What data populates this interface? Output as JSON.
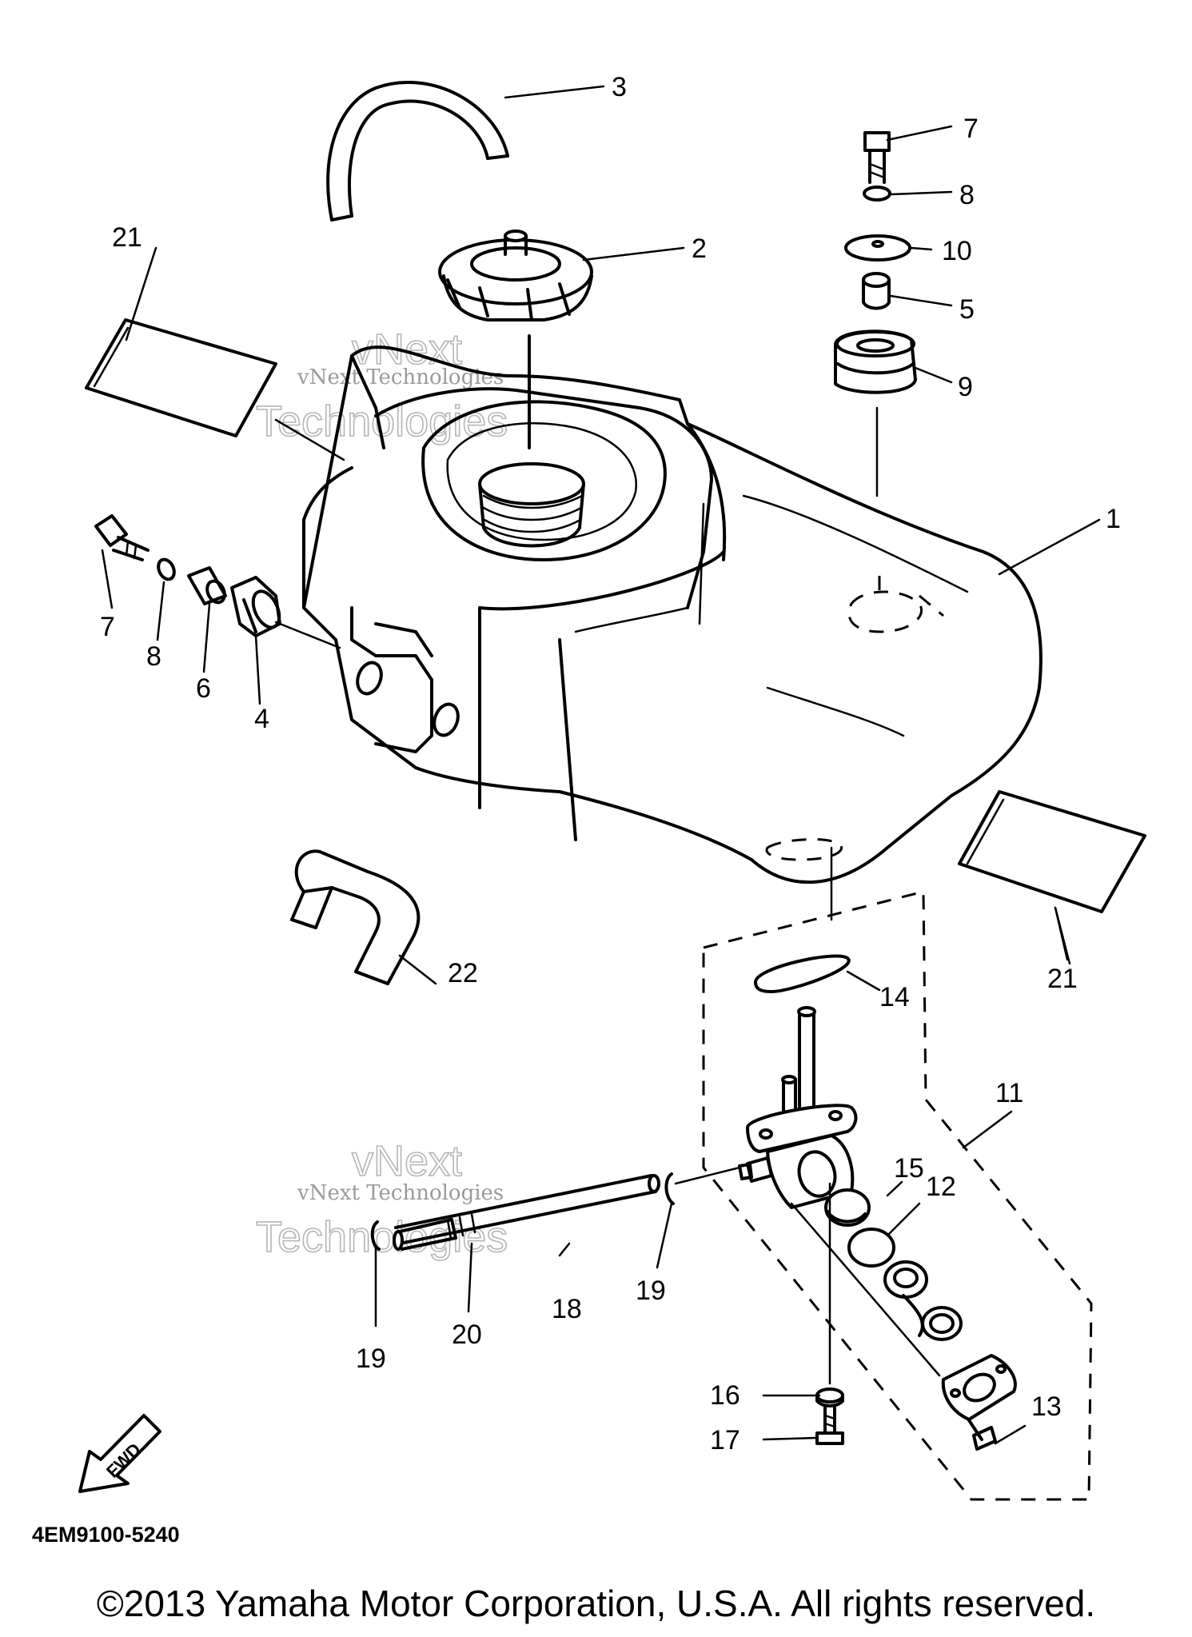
{
  "labels": {
    "l1": "1",
    "l2": "2",
    "l3": "3",
    "l4": "4",
    "l5": "5",
    "l6": "6",
    "l7a": "7",
    "l7b": "7",
    "l8a": "8",
    "l8b": "8",
    "l9": "9",
    "l10": "10",
    "l11": "11",
    "l12": "12",
    "l13": "13",
    "l14": "14",
    "l15": "15",
    "l16": "16",
    "l17": "17",
    "l18": "18",
    "l19a": "19",
    "l19b": "19",
    "l20": "20",
    "l21a": "21",
    "l21b": "21",
    "l22": "22"
  },
  "watermark": {
    "name": "vNext Technologies",
    "line1": "vNext",
    "line2": "Technologies"
  },
  "fwd_label": "FWD",
  "diagram_code": "4EM9100-5240",
  "copyright": "©2013 Yamaha Motor Corporation, U.S.A. All rights reserved."
}
